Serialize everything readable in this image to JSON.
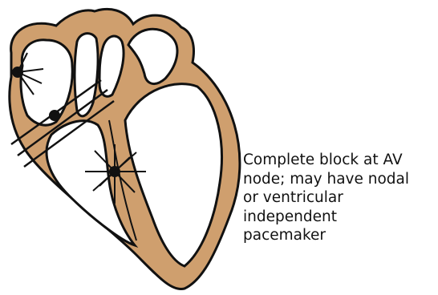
{
  "figure": {
    "caption_lines": [
      "Complete block at AV",
      "node; may have nodal",
      "or ventricular",
      "independent",
      "pacemaker"
    ],
    "colors": {
      "muscle": "#CF9F6E",
      "outline": "#111111",
      "background": "#FFFFFF"
    }
  }
}
